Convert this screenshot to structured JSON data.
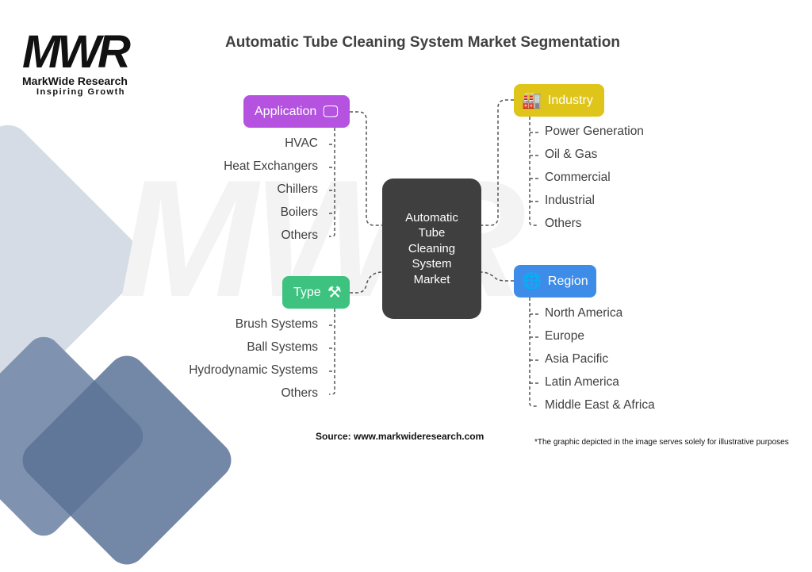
{
  "brand": {
    "logo_mark": "MWR",
    "name": "MarkWide Research",
    "tagline": "Inspiring Growth"
  },
  "title": "Automatic Tube Cleaning System Market Segmentation",
  "center_label": "Automatic Tube Cleaning System Market",
  "segments": {
    "application": {
      "label": "Application",
      "icon": "monitor-sparkle-icon",
      "color": "#b553e0",
      "items": [
        "HVAC",
        "Heat Exchangers",
        "Chillers",
        "Boilers",
        "Others"
      ]
    },
    "type": {
      "label": "Type",
      "icon": "cleaning-tools-icon",
      "color": "#3dc27f",
      "items": [
        "Brush Systems",
        "Ball Systems",
        "Hydrodynamic Systems",
        "Others"
      ]
    },
    "industry": {
      "label": "Industry",
      "icon": "factory-icon",
      "color": "#dfc51a",
      "items": [
        "Power Generation",
        "Oil & Gas",
        "Commercial",
        "Industrial",
        "Others"
      ]
    },
    "region": {
      "label": "Region",
      "icon": "globe-icon",
      "color": "#3d8de8",
      "items": [
        "North America",
        "Europe",
        "Asia Pacific",
        "Latin America",
        "Middle East & Africa"
      ]
    }
  },
  "footer": {
    "source": "Source: www.markwideresearch.com",
    "disclaimer": "*The graphic depicted in the image serves solely for illustrative purposes"
  }
}
